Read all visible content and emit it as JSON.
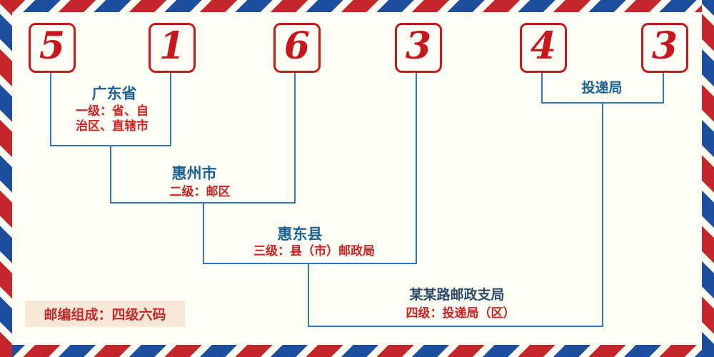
{
  "postal_code": {
    "digits": [
      "5",
      "1",
      "6",
      "3",
      "4",
      "3"
    ]
  },
  "levels": [
    {
      "name": "广东省",
      "desc_lines": [
        "一级：省、自",
        "治区、直辖市"
      ]
    },
    {
      "name": "惠州市",
      "desc": "二级：邮区"
    },
    {
      "name": "惠东县",
      "desc": "三级：县（市）邮政局"
    },
    {
      "name": "某某路邮政支局",
      "desc": "四级：投递局（区）"
    },
    {
      "name": "投递局"
    }
  ],
  "footer": {
    "composition_label": "邮编组成：四级六码"
  },
  "colors": {
    "background": "#fffef4",
    "digit_red": "#c8171d",
    "name_blue": "#1a6091",
    "desc_red": "#cc2222",
    "line_blue": "#3474b4",
    "border_red": "#c4262c",
    "border_blue": "#1d4f9e",
    "footer_bg": "#f6e7d7"
  }
}
